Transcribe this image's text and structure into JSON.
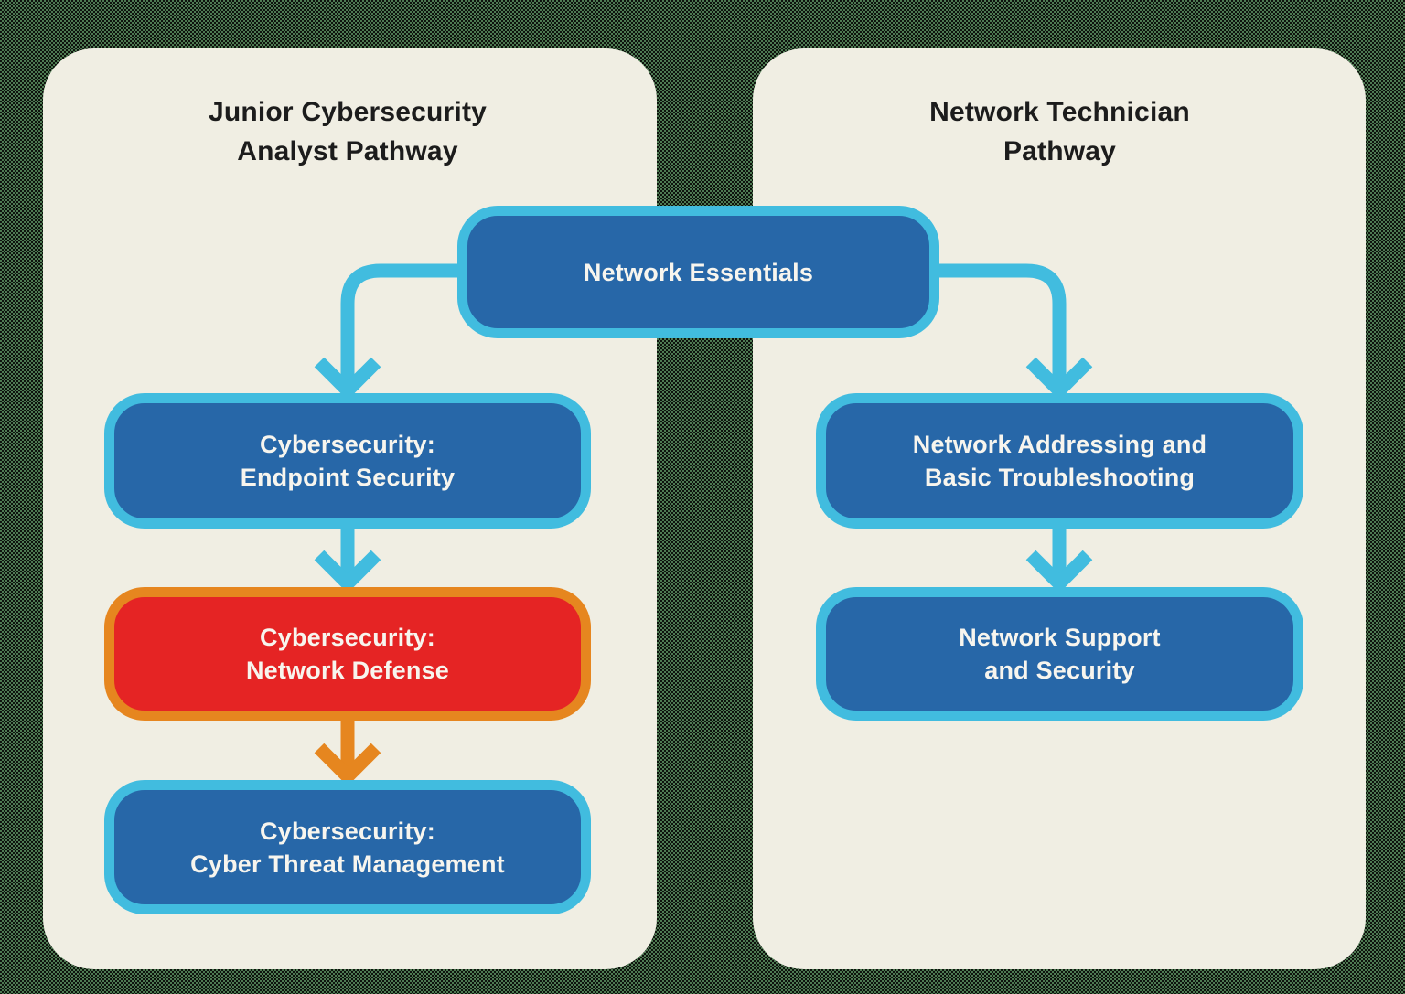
{
  "diagram": {
    "panels": [
      {
        "id": "junior-cybersecurity-analyst",
        "title_line1": "Junior Cybersecurity",
        "title_line2": "Analyst Pathway"
      },
      {
        "id": "network-technician",
        "title_line1": "Network Technician",
        "title_line2": "Pathway"
      }
    ],
    "nodes": {
      "network_essentials": {
        "label": "Network Essentials",
        "variant": "blue"
      },
      "endpoint_security": {
        "line1": "Cybersecurity:",
        "line2": "Endpoint Security",
        "variant": "blue"
      },
      "network_defense": {
        "line1": "Cybersecurity:",
        "line2": "Network Defense",
        "variant": "red"
      },
      "cyber_threat_management": {
        "line1": "Cybersecurity:",
        "line2": "Cyber Threat Management",
        "variant": "blue"
      },
      "network_addressing": {
        "line1": "Network Addressing and",
        "line2": "Basic Troubleshooting",
        "variant": "blue"
      },
      "network_support": {
        "line1": "Network Support",
        "line2": "and Security",
        "variant": "blue"
      }
    },
    "connections": [
      {
        "from": "Network Essentials",
        "to": "Cybersecurity: Endpoint Security",
        "arrow_color": "#41bcdf"
      },
      {
        "from": "Network Essentials",
        "to": "Network Addressing and Basic Troubleshooting",
        "arrow_color": "#41bcdf"
      },
      {
        "from": "Cybersecurity: Endpoint Security",
        "to": "Cybersecurity: Network Defense",
        "arrow_color": "#41bcdf"
      },
      {
        "from": "Cybersecurity: Network Defense",
        "to": "Cybersecurity: Cyber Threat Management",
        "arrow_color": "#e6861f"
      },
      {
        "from": "Network Addressing and Basic Troubleshooting",
        "to": "Network Support and Security",
        "arrow_color": "#41bcdf"
      }
    ],
    "colors": {
      "page_background_dither_dark": "#0e130d",
      "page_background_dither_green": "#4e7a52",
      "panel_background": "#f0eee3",
      "node_blue_fill": "#2767a8",
      "node_blue_border": "#41bcdf",
      "node_red_fill": "#e52424",
      "node_red_border": "#e6861f",
      "arrow_blue": "#41bcdf",
      "arrow_orange": "#e6861f",
      "title_text": "#1c1c1c",
      "node_text": "#f7f5ee"
    }
  }
}
